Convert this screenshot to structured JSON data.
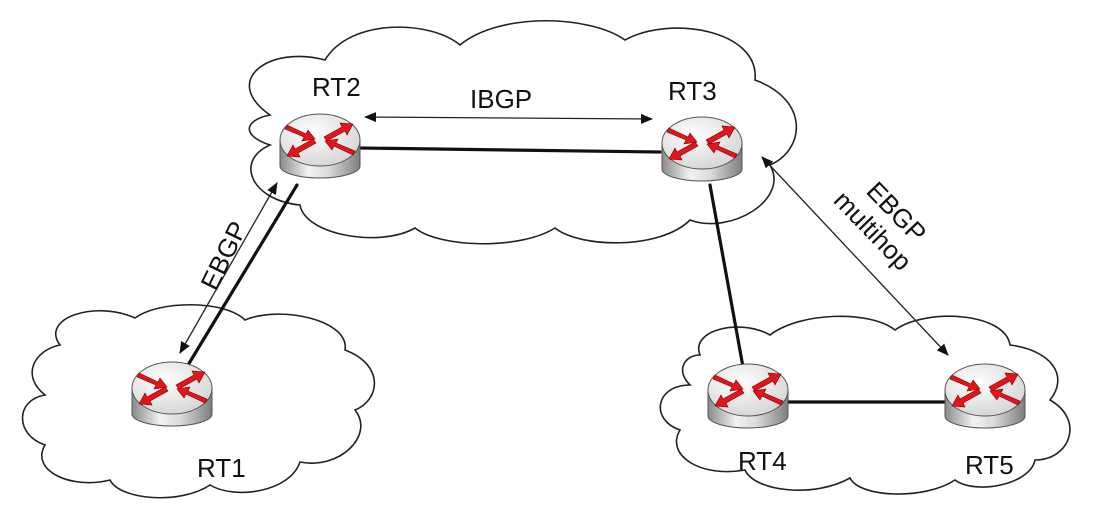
{
  "routers": [
    {
      "id": "RT1",
      "label": "RT1"
    },
    {
      "id": "RT2",
      "label": "RT2"
    },
    {
      "id": "RT3",
      "label": "RT3"
    },
    {
      "id": "RT4",
      "label": "RT4"
    },
    {
      "id": "RT5",
      "label": "RT5"
    }
  ],
  "physical_links": [
    {
      "from": "RT1",
      "to": "RT2"
    },
    {
      "from": "RT2",
      "to": "RT3"
    },
    {
      "from": "RT3",
      "to": "RT4"
    },
    {
      "from": "RT4",
      "to": "RT5"
    }
  ],
  "sessions": [
    {
      "from": "RT2",
      "to": "RT3",
      "label": "IBGP"
    },
    {
      "from": "RT1",
      "to": "RT2",
      "label": "EBGP"
    },
    {
      "from": "RT3",
      "to": "RT5",
      "label_line1": "EBGP",
      "label_line2": "multihop"
    }
  ],
  "colors": {
    "router_arrow": "#e3141a",
    "router_body_light": "#f4f4f4",
    "router_body_dark": "#9a9a9a",
    "line": "#111111",
    "cloud_fill": "#ffffff"
  },
  "icons": {
    "router": "router-icon",
    "cloud": "cloud-icon"
  }
}
